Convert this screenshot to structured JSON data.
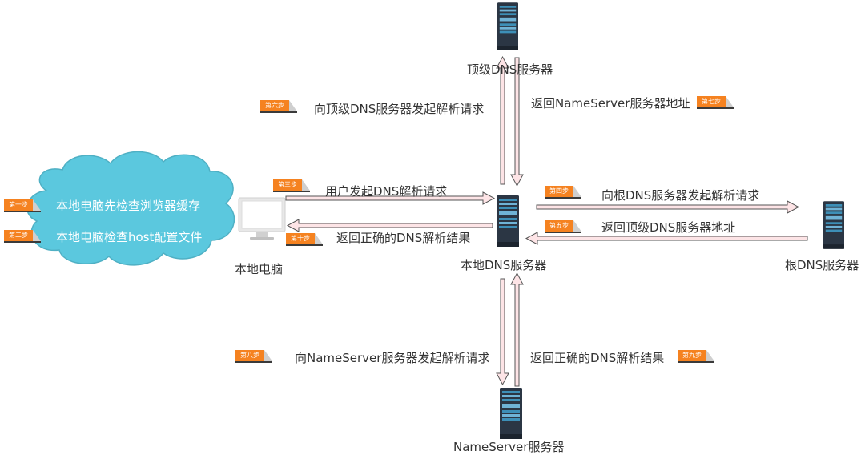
{
  "nodes": {
    "local_pc": "本地电脑",
    "local_dns": "本地DNS服务器",
    "tld_dns": "顶级DNS服务器",
    "root_dns": "根DNS服务器",
    "ns_server": "NameServer服务器"
  },
  "cloud": {
    "line1": "本地电脑先检查浏览器缓存",
    "line2": "本地电脑检查host配置文件"
  },
  "steps": {
    "s1": "第一步",
    "s2": "第二步",
    "s3": "第三步",
    "s4": "第四步",
    "s5": "第五步",
    "s6": "第六步",
    "s7": "第七步",
    "s8": "第八步",
    "s9": "第九步",
    "s10": "第十步"
  },
  "arrows": {
    "a3": "用户发起DNS解析请求",
    "a10": "返回正确的DNS解析结果",
    "a4": "向根DNS服务器发起解析请求",
    "a5": "返回顶级DNS服务器地址",
    "a6": "向顶级DNS服务器发起解析请求",
    "a7": "返回NameServer服务器地址",
    "a8": "向NameServer服务器发起解析请求",
    "a9": "返回正确的DNS解析结果"
  },
  "colors": {
    "arrow_fill": "#fde4e6",
    "arrow_stroke": "#555555",
    "cloud_fill": "#5bc8de",
    "step_tag": "#f58220",
    "server_body": "#2b3644"
  }
}
